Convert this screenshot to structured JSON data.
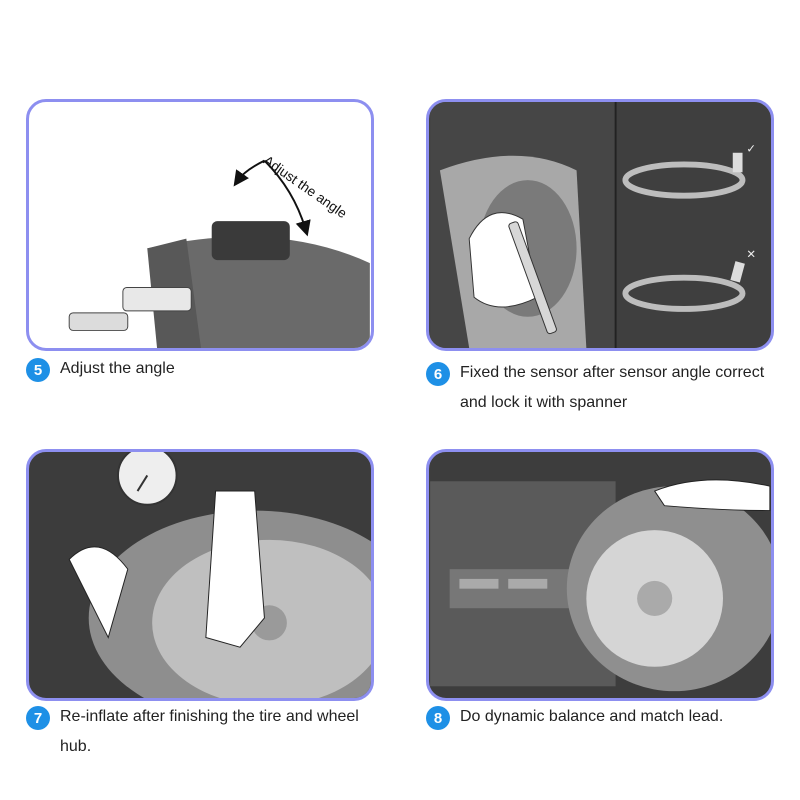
{
  "steps": [
    {
      "number": "5",
      "caption": "Adjust the angle"
    },
    {
      "number": "6",
      "caption": "Fixed the sensor after sensor angle correct and lock it with spanner"
    },
    {
      "number": "7",
      "caption": "Re-inflate after finishing the tire and wheel hub."
    },
    {
      "number": "8",
      "caption": "Do dynamic balance and match lead."
    }
  ],
  "illustration_labels": {
    "arrow_text": "Adjust the angle",
    "correct_mark": "✓",
    "wrong_mark": "✕"
  },
  "colors": {
    "badge": "#1e90e6",
    "panel_border": "#8d8ff0",
    "dark_panel": "#3f3f3f",
    "tire_gray": "#9a9a9a",
    "valve_red": "#d9534f"
  },
  "icons": [
    "hand-icon",
    "spanner-icon",
    "tire-icon",
    "wheel-icon",
    "pressure-gauge-icon",
    "balancer-icon"
  ]
}
